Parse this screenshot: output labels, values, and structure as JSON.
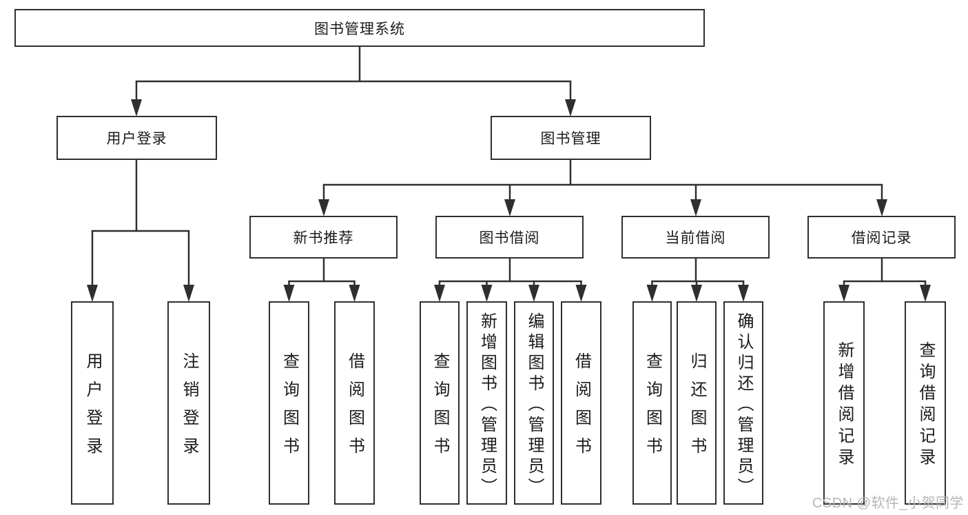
{
  "watermark": "CSDN @软件_小贺同学",
  "tree": {
    "root": {
      "label": "图书管理系统",
      "children": [
        {
          "label": "用户登录",
          "children": [
            {
              "label": "用户登录"
            },
            {
              "label": "注销登录"
            }
          ]
        },
        {
          "label": "图书管理",
          "children": [
            {
              "label": "新书推荐",
              "children": [
                {
                  "label": "查询图书"
                },
                {
                  "label": "借阅图书"
                }
              ]
            },
            {
              "label": "图书借阅",
              "children": [
                {
                  "label": "查询图书"
                },
                {
                  "label": "新增图书（管理员）"
                },
                {
                  "label": "编辑图书（管理员）"
                },
                {
                  "label": "借阅图书"
                }
              ]
            },
            {
              "label": "当前借阅",
              "children": [
                {
                  "label": "查询图书"
                },
                {
                  "label": "归还图书"
                },
                {
                  "label": "确认归还（管理员）"
                }
              ]
            },
            {
              "label": "借阅记录",
              "children": [
                {
                  "label": "新增借阅记录"
                },
                {
                  "label": "查询借阅记录"
                }
              ]
            }
          ]
        }
      ]
    }
  }
}
